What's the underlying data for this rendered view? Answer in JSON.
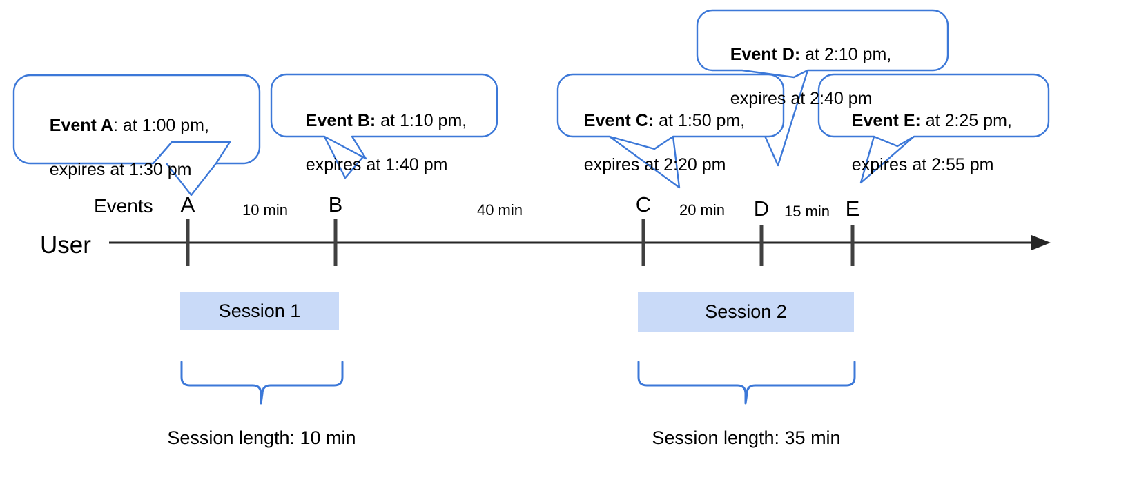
{
  "diagram": {
    "title": "User session timeline with events",
    "accent_color": "#3c78d8",
    "session_fill": "#c9daf8",
    "axis_color": "#262626",
    "tick_color": "#404040",
    "text_color": "#000000"
  },
  "axis": {
    "row_label": "User",
    "events_label": "Events"
  },
  "events": [
    {
      "letter": "A",
      "bold": "Event A",
      "separator": ": ",
      "line1": "at 1:00 pm,",
      "line2": "expires at 1:30 pm",
      "time": "1:00 pm",
      "expires": "1:30 pm"
    },
    {
      "letter": "B",
      "bold": "Event B:",
      "separator": " ",
      "line1": "at 1:10 pm,",
      "line2": "expires at 1:40 pm",
      "time": "1:10 pm",
      "expires": "1:40 pm"
    },
    {
      "letter": "C",
      "bold": "Event C:",
      "separator": " ",
      "line1": "at 1:50 pm,",
      "line2": "expires at 2:20 pm",
      "time": "1:50 pm",
      "expires": "2:20 pm"
    },
    {
      "letter": "D",
      "bold": "Event D:",
      "separator": " ",
      "line1": "at 2:10 pm,",
      "line2": "expires at 2:40 pm",
      "time": "2:10 pm",
      "expires": "2:40 pm"
    },
    {
      "letter": "E",
      "bold": "Event E:",
      "separator": " ",
      "line1": "at 2:25 pm,",
      "line2": "expires at 2:55 pm",
      "time": "2:25 pm",
      "expires": "2:55 pm"
    }
  ],
  "gaps": [
    {
      "id": "a-b",
      "label": "10 min"
    },
    {
      "id": "b-c",
      "label": "40 min"
    },
    {
      "id": "c-d",
      "label": "20 min"
    },
    {
      "id": "d-e",
      "label": "15 min"
    }
  ],
  "sessions": [
    {
      "id": "session-1",
      "label": "Session 1",
      "length_label": "Session length: 10 min"
    },
    {
      "id": "session-2",
      "label": "Session 2",
      "length_label": "Session length: 35 min"
    }
  ]
}
